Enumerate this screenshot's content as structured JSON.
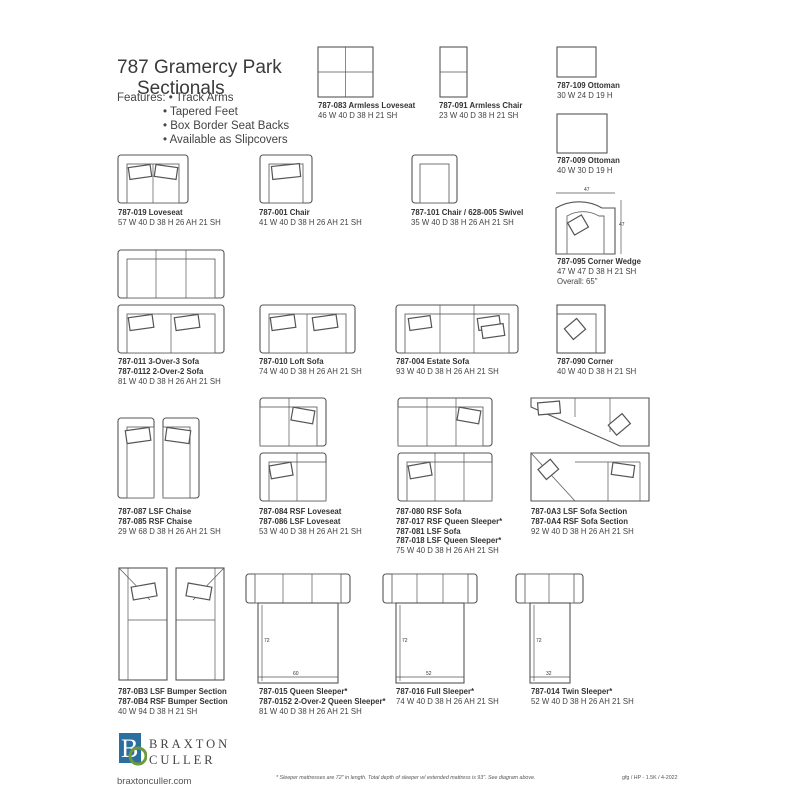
{
  "header": {
    "title_line1": "787 Gramercy Park",
    "title_line2": "Sectionals",
    "features_label": "Features:",
    "features": [
      "Track Arms",
      "Tapered Feet",
      "Box Border Seat Backs",
      "Available as Slipcovers"
    ]
  },
  "products": [
    {
      "key": "armless_loveseat",
      "lines": [
        "787-083 Armless Loveseat"
      ],
      "dims": "46 W  40 D  38 H  21 SH"
    },
    {
      "key": "armless_chair",
      "lines": [
        "787-091 Armless Chair"
      ],
      "dims": "23 W  40 D  38 H  21 SH"
    },
    {
      "key": "ottoman_109",
      "lines": [
        "787-109 Ottoman"
      ],
      "dims": "30 W  24 D  19 H"
    },
    {
      "key": "ottoman_009",
      "lines": [
        "787-009 Ottoman"
      ],
      "dims": "40 W  30 D  19 H"
    },
    {
      "key": "loveseat",
      "lines": [
        "787-019 Loveseat"
      ],
      "dims": "57 W  40 D  38 H  26 AH  21 SH"
    },
    {
      "key": "chair",
      "lines": [
        "787-001 Chair"
      ],
      "dims": "41 W  40 D  38 H  26 AH  21 SH"
    },
    {
      "key": "chair_swivel",
      "lines": [
        "787-101 Chair / 628-005 Swivel"
      ],
      "dims": "35 W  40 D  38 H  26 AH  21 SH"
    },
    {
      "key": "corner_wedge",
      "lines": [
        "787-095 Corner Wedge"
      ],
      "dims": "47 W  47 D  38 H  21 SH",
      "extra": "Overall: 65\""
    },
    {
      "key": "sofa_3over3",
      "lines": [
        "787-011  3-Over-3 Sofa",
        "787-0112  2-Over-2 Sofa"
      ],
      "dims": "81 W  40 D  38 H  26 AH  21 SH"
    },
    {
      "key": "loft_sofa",
      "lines": [
        "787-010 Loft Sofa"
      ],
      "dims": "74 W  40 D  38 H  26 AH  21 SH"
    },
    {
      "key": "estate_sofa",
      "lines": [
        "787-004 Estate Sofa"
      ],
      "dims": "93 W  40 D  38 H  26 AH  21 SH"
    },
    {
      "key": "corner",
      "lines": [
        "787-090 Corner"
      ],
      "dims": "40 W  40 D  38 H  21 SH"
    },
    {
      "key": "chaise",
      "lines": [
        "787-087 LSF Chaise",
        "787-085 RSF Chaise"
      ],
      "dims": "29 W  68 D  38 H  26 AH  21 SH"
    },
    {
      "key": "rsf_loveseat",
      "lines": [
        "787-084 RSF Loveseat",
        "787-086 LSF Loveseat"
      ],
      "dims": "53 W  40 D  38 H  26 AH  21 SH"
    },
    {
      "key": "rsf_sofa",
      "lines": [
        "787-080 RSF Sofa",
        "787-017 RSF Queen Sleeper*",
        "787-081 LSF Sofa",
        "787-018 LSF Queen Sleeper*"
      ],
      "dims": "75 W  40 D  38 H  26 AH  21 SH"
    },
    {
      "key": "sofa_section",
      "lines": [
        "787-0A3 LSF Sofa Section",
        "787-0A4 RSF Sofa Section"
      ],
      "dims": "92 W  40 D  38 H  26 AH  21 SH"
    },
    {
      "key": "bumper",
      "lines": [
        "787-0B3 LSF Bumper Section",
        "787-0B4 RSF Bumper Section"
      ],
      "dims": "40 W  94 D  38 H  21 SH"
    },
    {
      "key": "queen_sleeper",
      "lines": [
        "787-015 Queen Sleeper*",
        "787-0152 2-Over-2 Queen Sleeper*"
      ],
      "dims": "81 W  40 D  38 H  26 AH  21 SH"
    },
    {
      "key": "full_sleeper",
      "lines": [
        "787-016 Full Sleeper*"
      ],
      "dims": "74 W  40 D  38 H  26 AH  21 SH"
    },
    {
      "key": "twin_sleeper",
      "lines": [
        "787-014 Twin Sleeper*"
      ],
      "dims": "52 W  40 D  38 H  26 AH  21 SH"
    }
  ],
  "diagram_labels": {
    "wedge_top": "47",
    "wedge_side": "47",
    "queen_len": "72",
    "queen_wid": "60",
    "full_len": "72",
    "full_wid": "52",
    "twin_len": "72",
    "twin_wid": "32"
  },
  "footer": {
    "brand_line1": "BRAXTON",
    "brand_line2": "CULLER",
    "website": "braxtonculler.com",
    "note": "* Sleeper mattresses are 72\" in length. Total depth of sleeper w/ extended mattress is 93\". See diagram above.",
    "code": "gfg / HP - 1.5K / 4-2022"
  },
  "colors": {
    "line": "#555555",
    "text": "#333333",
    "logo_blue": "#2a6fa0",
    "logo_green": "#6a9a3a"
  }
}
